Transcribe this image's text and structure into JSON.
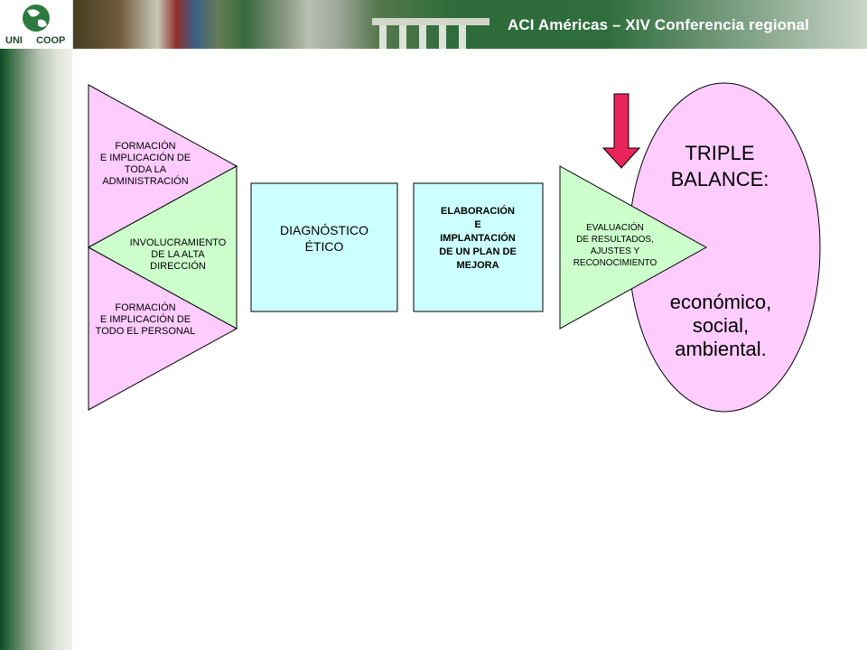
{
  "header": {
    "title": "ACI Américas – XIV Conferencia regional",
    "logo_text_left": "UNI",
    "logo_text_right": "COOP"
  },
  "diagram": {
    "left_top": [
      "FORMACIÓN",
      "E IMPLICACIÓN DE",
      "TODA LA",
      "ADMINISTRACIÓN"
    ],
    "left_mid": [
      "INVOLUCRAMIENTO",
      "DE LA  ALTA",
      "DIRECCIÓN"
    ],
    "left_bottom": [
      "FORMACIÓN",
      "E IMPLICACIÓN DE",
      "TODO EL PERSONAL"
    ],
    "diagnostico": [
      "DIAGNÓSTICO",
      "ÉTICO"
    ],
    "elaboracion": [
      "ELABORACIÓN",
      "E",
      "IMPLANTACIÓN",
      "DE UN PLAN DE",
      "MEJORA"
    ],
    "evaluacion": [
      "EVALUACIÓN",
      "DE RESULTADOS,",
      "AJUSTES Y",
      "RECONOCIMIENTO"
    ],
    "triple_title": [
      "TRIPLE",
      "BALANCE:"
    ],
    "triple_items": [
      "económico,",
      "social,",
      "ambiental."
    ]
  },
  "colors": {
    "pink": "#ffccff",
    "green": "#ccffcc",
    "cyan": "#ccffff",
    "arrow": "#e8245a",
    "header_green": "#2c6b3a"
  }
}
